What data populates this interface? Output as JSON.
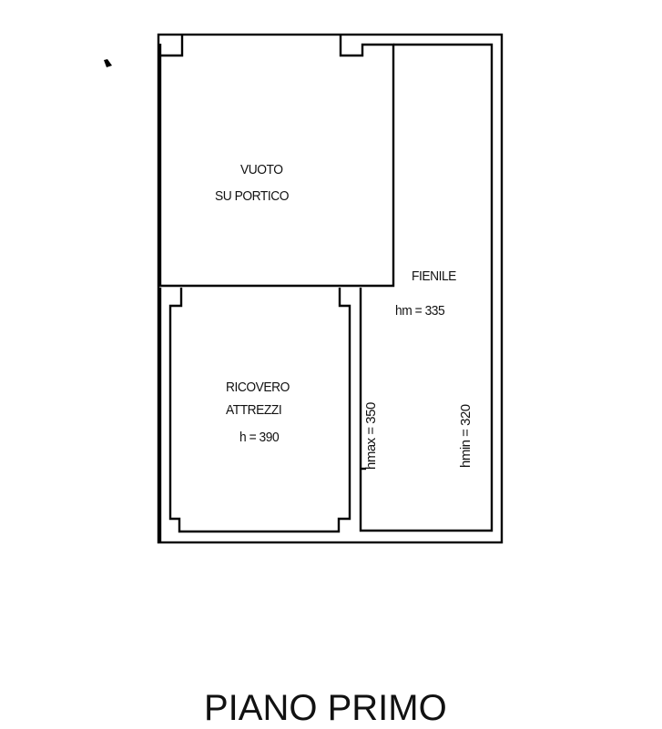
{
  "drawing": {
    "title": "PIANO PRIMO",
    "stroke_color": "#000000",
    "background": "#ffffff"
  },
  "rooms": {
    "vuoto": {
      "line1": "VUOTO",
      "line2": "SU PORTICO"
    },
    "fienile": {
      "name": "FIENILE",
      "hm": "hm = 335",
      "hmax": "hmax = 350",
      "hmin": "hmin = 320"
    },
    "ricovero": {
      "line1": "RICOVERO",
      "line2": "ATTREZZI",
      "h": "h = 390"
    }
  }
}
